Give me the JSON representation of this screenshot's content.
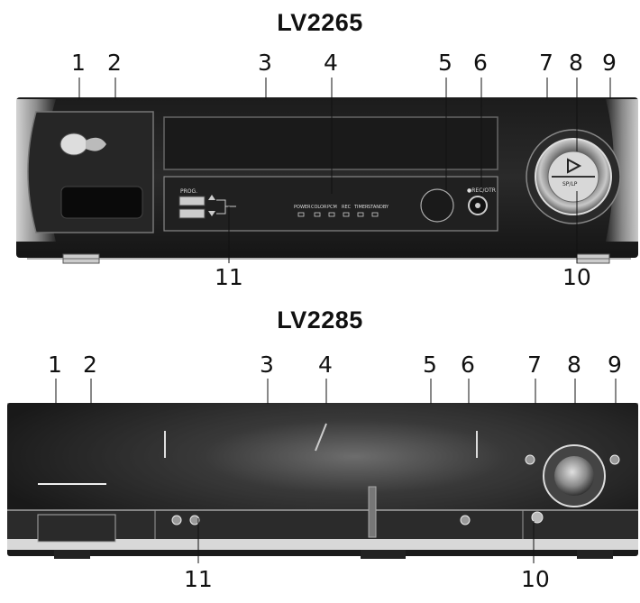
{
  "titles": [
    "LV2265",
    "LV2285"
  ],
  "callouts_top": [
    "1",
    "2",
    "3",
    "4",
    "5",
    "6",
    "7",
    "8",
    "9",
    "10",
    "11"
  ],
  "callouts_bottom": [
    "1",
    "2",
    "3",
    "4",
    "5",
    "6",
    "7",
    "8",
    "9",
    "10",
    "11"
  ],
  "panel_labels": {
    "prog": "PROG.",
    "rec_otr": "●REC/OTR",
    "speed": "SP/LP",
    "indicators": [
      "POWER",
      "COLOR",
      "PCM",
      "REC",
      "TIMER",
      "STANDBY"
    ]
  }
}
